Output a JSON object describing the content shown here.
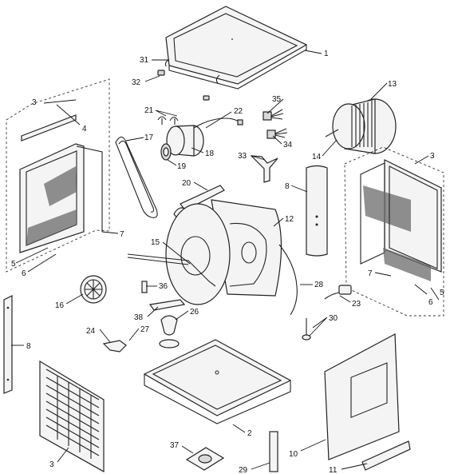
{
  "callouts": [
    {
      "id": "c1",
      "text": "1"
    },
    {
      "id": "c2",
      "text": "2"
    },
    {
      "id": "c3a",
      "text": "3"
    },
    {
      "id": "c3b",
      "text": "3"
    },
    {
      "id": "c3c",
      "text": "3"
    },
    {
      "id": "c4",
      "text": "4"
    },
    {
      "id": "c5a",
      "text": "5"
    },
    {
      "id": "c5b",
      "text": "5"
    },
    {
      "id": "c6a",
      "text": "6"
    },
    {
      "id": "c6b",
      "text": "6"
    },
    {
      "id": "c7a",
      "text": "7"
    },
    {
      "id": "c7b",
      "text": "7"
    },
    {
      "id": "c8a",
      "text": "8"
    },
    {
      "id": "c8b",
      "text": "8"
    },
    {
      "id": "c10",
      "text": "10"
    },
    {
      "id": "c11",
      "text": "11"
    },
    {
      "id": "c12",
      "text": "12"
    },
    {
      "id": "c13",
      "text": "13"
    },
    {
      "id": "c14",
      "text": "14"
    },
    {
      "id": "c15",
      "text": "15"
    },
    {
      "id": "c16",
      "text": "16"
    },
    {
      "id": "c17",
      "text": "17"
    },
    {
      "id": "c18",
      "text": "18"
    },
    {
      "id": "c19",
      "text": "19"
    },
    {
      "id": "c20",
      "text": "20"
    },
    {
      "id": "c21",
      "text": "21"
    },
    {
      "id": "c22",
      "text": "22"
    },
    {
      "id": "c23",
      "text": "23"
    },
    {
      "id": "c24",
      "text": "24"
    },
    {
      "id": "c26",
      "text": "26"
    },
    {
      "id": "c27",
      "text": "27"
    },
    {
      "id": "c28",
      "text": "28"
    },
    {
      "id": "c29",
      "text": "29"
    },
    {
      "id": "c30",
      "text": "30"
    },
    {
      "id": "c31",
      "text": "31"
    },
    {
      "id": "c32",
      "text": "32"
    },
    {
      "id": "c33",
      "text": "33"
    },
    {
      "id": "c34",
      "text": "34"
    },
    {
      "id": "c35",
      "text": "35"
    },
    {
      "id": "c36",
      "text": "36"
    },
    {
      "id": "c37",
      "text": "37"
    },
    {
      "id": "c38",
      "text": "38"
    }
  ]
}
